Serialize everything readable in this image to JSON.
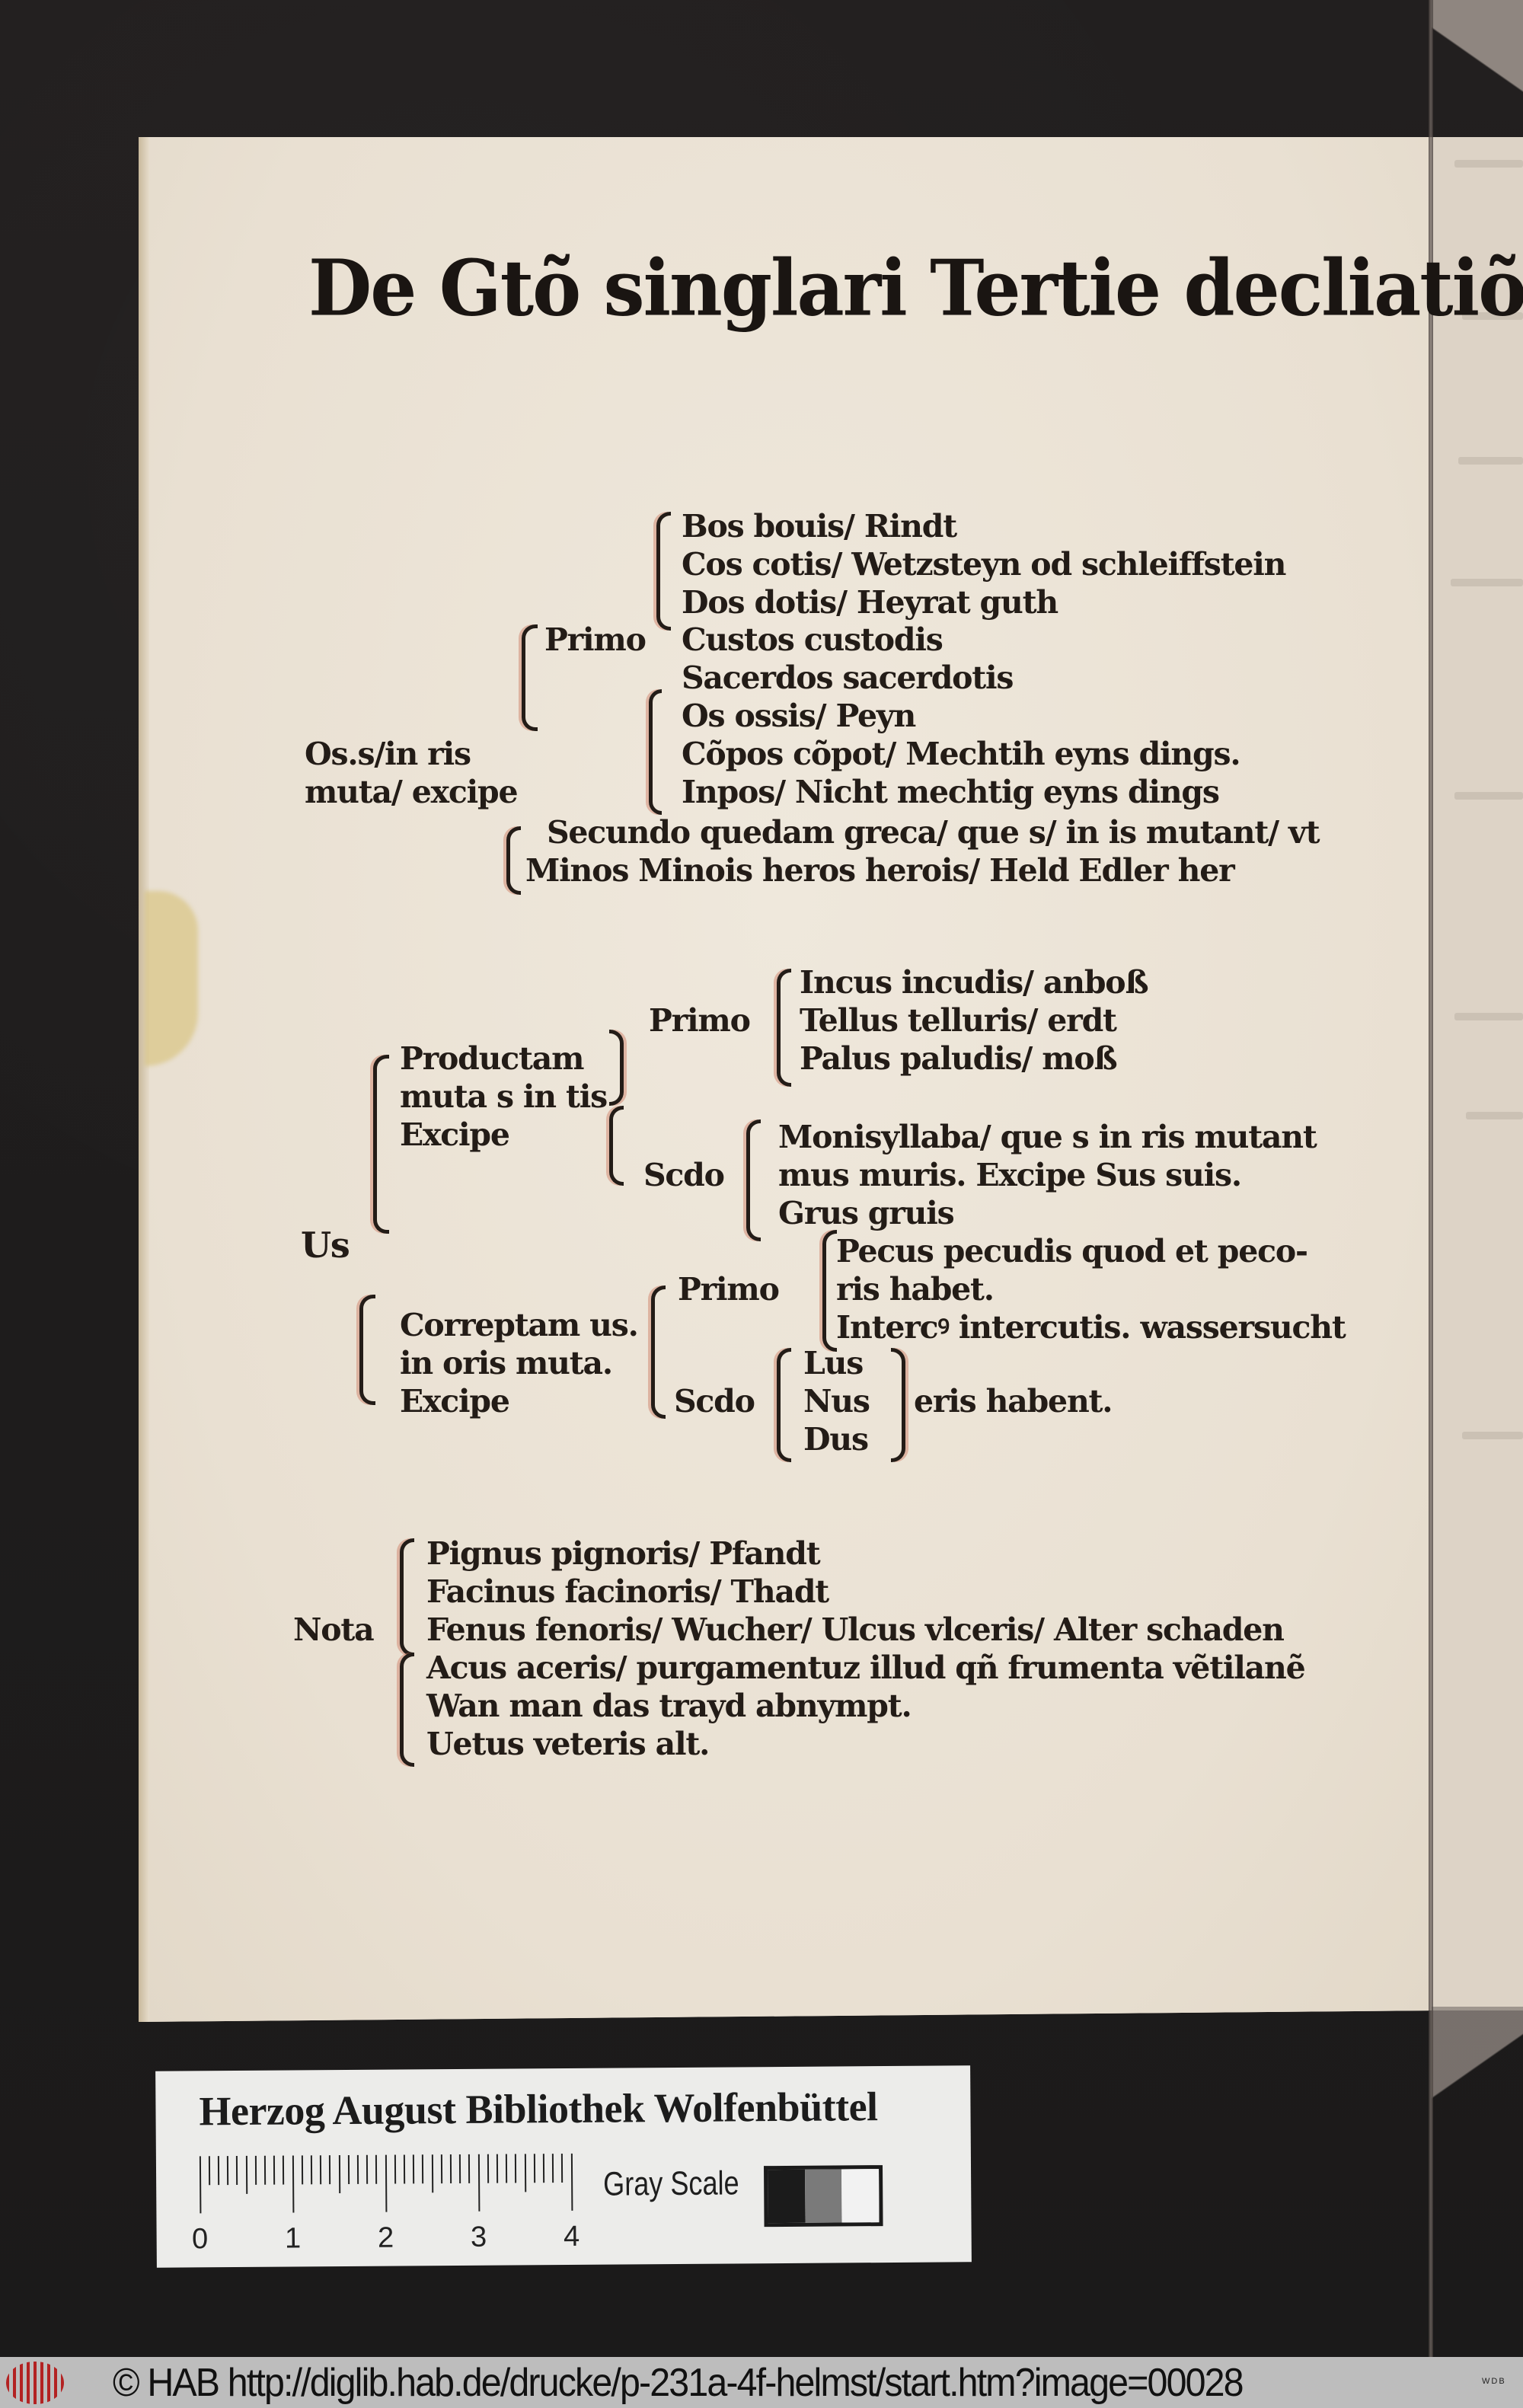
{
  "page": {
    "title": "De Gtõ singlari Tertie decliatiõis",
    "section1": {
      "left_label": [
        "Os.s/in ris",
        "muta/ excipe"
      ],
      "primo_label": "Primo",
      "group_a": [
        "Bos bouis/ Rindt",
        "Cos cotis/ Wetzsteyn od schleiffstein",
        "Dos dotis/ Heyrat guth"
      ],
      "custos": "Custos custodis",
      "group_b": [
        "Sacerdos sacerdotis",
        "Os ossis/ Peyn",
        "Cõpos cõpot/ Mechtih eyns dings.",
        "Inpos/ Nicht mechtig eyns dings"
      ],
      "secundo": [
        "Secundo quedam greca/ que s/ in is mutant/ vt",
        "Minos Minois heros herois/ Held Edler her"
      ]
    },
    "section2": {
      "us_label": "Us",
      "productam_label": [
        "Productam",
        "muta s in tis",
        "Excipe"
      ],
      "primo_label": "Primo",
      "primo_items": [
        "Incus incudis/ anboß",
        "Tellus telluris/ erdt",
        "Palus paludis/ moß"
      ],
      "scdo_label": "Scdo",
      "scdo_items": [
        "Monisyllaba/ que s in ris mutant",
        "mus muris. Excipe Sus suis.",
        "Grus gruis"
      ],
      "correptam_label": [
        "Correptam us.",
        "in oris muta.",
        "Excipe"
      ],
      "primo2_label": "Primo",
      "primo2_items": [
        "Pecus pecudis quod et peco-",
        "ris habet.",
        "Intercꝰ intercutis. wassersucht"
      ],
      "scdo2_label": "Scdo",
      "scdo2_items": [
        "Lus",
        "Nus",
        "Dus"
      ],
      "scdo2_suffix": "eris habent."
    },
    "section3": {
      "nota_label": "Nota",
      "items": [
        "Pignus pignoris/ Pfandt",
        "Facinus facinoris/ Thadt",
        "Fenus fenoris/ Wucher/ Ulcus vlceris/ Alter schaden",
        "Acus aceris/ purgamentuz illud qñ frumenta vẽtilanẽ",
        "Wan man das trayd abnympt.",
        "Uetus veteris alt."
      ]
    }
  },
  "label_card": {
    "institution": "Herzog August Bibliothek Wolfenbüttel",
    "ruler_numbers": [
      "0",
      "1",
      "2",
      "3",
      "4"
    ],
    "gray_scale_label": "Gray Scale",
    "gray_swatches": [
      "#1b1b1b",
      "#7a7a7a",
      "#f2f2f2"
    ]
  },
  "info_bar": {
    "text": "© HAB http://diglib.hab.de/drucke/p-231a-4f-helmst/start.htm?image=00028",
    "tag": "WDB"
  },
  "colors": {
    "paper": "#ebe3d6",
    "ink": "#231c17",
    "rubrication": "#cd785f",
    "background": "#1f1d1d",
    "info_bar": "#bdbdbd"
  }
}
